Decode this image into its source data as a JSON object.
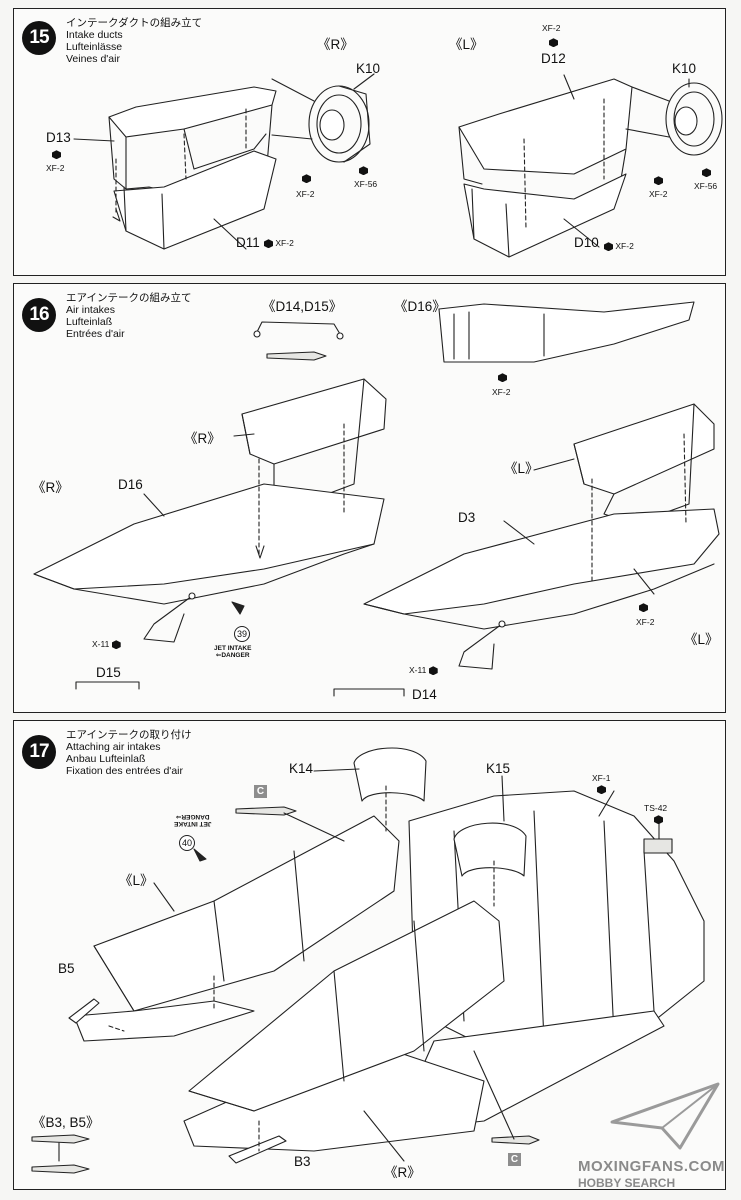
{
  "steps": [
    {
      "number": "15",
      "title_jp": "インテークダクトの組み立て",
      "title_de_en": "Intake ducts",
      "title_de": "Lufteinlässe",
      "title_fr": "Veines d'air",
      "views": {
        "right": "《R》",
        "left": "《L》"
      },
      "parts": {
        "D13": "D13",
        "D11": "D11",
        "K10_r": "K10",
        "D12": "D12",
        "K10_l": "K10",
        "D10": "D10"
      },
      "paints": {
        "xf2": "XF-2",
        "xf56": "XF-56"
      }
    },
    {
      "number": "16",
      "title_jp": "エアインテークの組み立て",
      "title_en": "Air intakes",
      "title_de": "Lufteinlaß",
      "title_fr": "Entrées d'air",
      "views": {
        "d14d15": "《D14,D15》",
        "d16": "《D16》",
        "r": "《R》",
        "l": "《L》"
      },
      "parts": {
        "D16": "D16",
        "D15": "D15",
        "D3": "D3",
        "D14": "D14"
      },
      "paints": {
        "xf2": "XF-2",
        "x11": "X-11"
      },
      "decal_no": "39",
      "warning": [
        "JET INTAKE",
        "⇐DANGER"
      ]
    },
    {
      "number": "17",
      "title_jp": "エアインテークの取り付け",
      "title_en": "Attaching air intakes",
      "title_de": "Anbau Lufteinlaß",
      "title_fr": "Fixation des entrées d'air",
      "views": {
        "l": "《L》",
        "r": "《R》",
        "b3b5": "《B3, B5》"
      },
      "parts": {
        "K14": "K14",
        "K15": "K15",
        "B5": "B5",
        "B3": "B3"
      },
      "paints": {
        "xf1": "XF-1",
        "ts42": "TS-42"
      },
      "decal_no": "40",
      "badge": "C",
      "warning_mirrored": [
        "JET INTAKE",
        "DANGER⇒"
      ]
    }
  ],
  "watermark": {
    "line1": "MOXINGFANS.COM",
    "line2": "HOBBY SEARCH"
  }
}
